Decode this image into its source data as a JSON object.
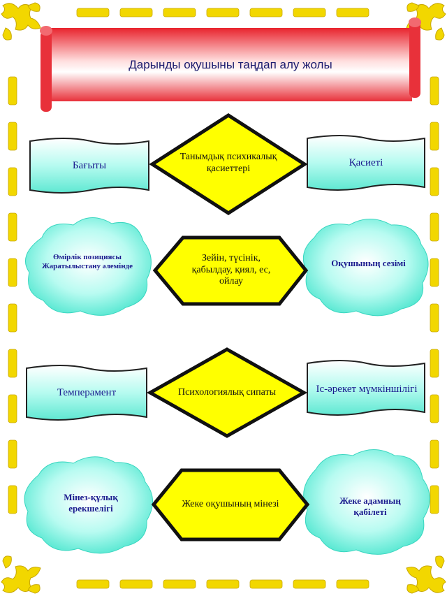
{
  "title": "Дарынды оқушыны таңдап алу жолы",
  "rows": [
    {
      "center": "Танымдық психикалық қасиеттері",
      "left": "Бағыты",
      "right": "Қасиеті"
    },
    {
      "center": "Зейін, түсінік, қабылдау, қиял, ес, ойлау",
      "left": "Өмірлік позициясы Жаратылыстану әлемінде",
      "right": "Оқушының сезімі"
    },
    {
      "center": "Психологиялық сипаты",
      "left": "Темперамент",
      "right": "Іс-әрекет мүмкіншілігі"
    },
    {
      "center": "Жеке оқушының мінезі",
      "left": "Мінез-құлық ерекшелігі",
      "right": "Жеке адамның қабілеті"
    }
  ],
  "colors": {
    "banner": "#e8313a",
    "shape_fill": "#ffff00",
    "box_fill": "#7ff2e0",
    "ornament": "#f2d700"
  }
}
